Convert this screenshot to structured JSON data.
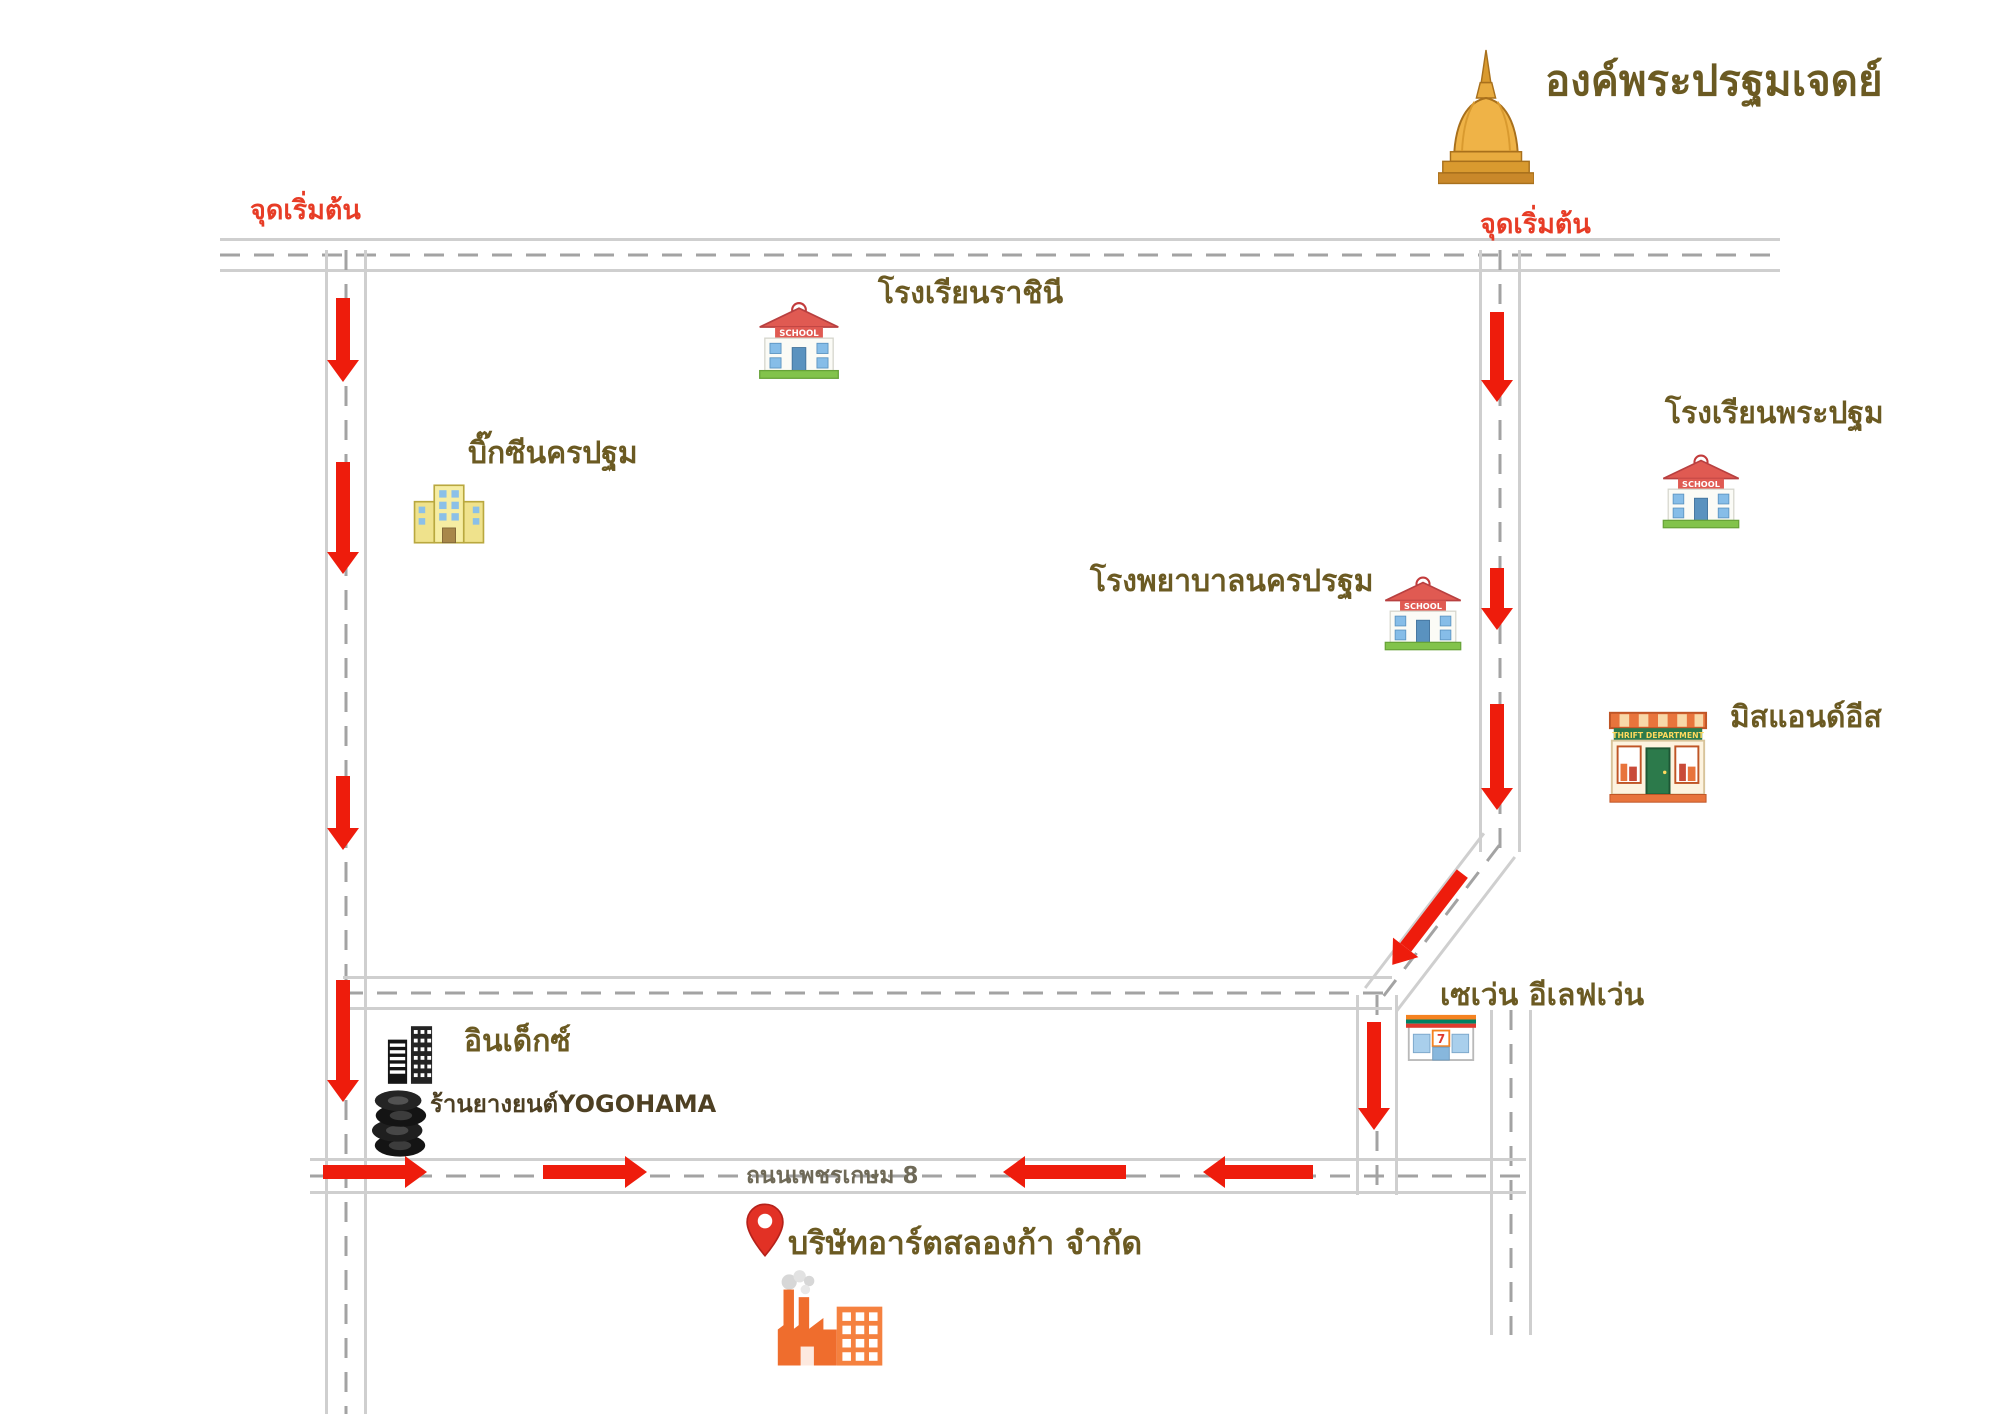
{
  "title": "องค์พระปรฐมเจดย์",
  "colors": {
    "label_brown": "#6B5A22",
    "arrow_red": "#EE1C0C",
    "start_text_red": "#E73C26",
    "road_edge": "#CFCFCF",
    "road_dash": "#A3A3A3",
    "pagoda_gold": "#EFB347",
    "factory_orange": "#EF6D2D"
  },
  "labels": {
    "start_left": "จุดเริ่มต้น",
    "start_right": "จุดเริ่มต้น",
    "school_rachinee": "โรงเรียนราชินี",
    "big_c": "บิ๊กซีนครปฐม",
    "hospital": "โรงพยาบาลนครปรฐม",
    "school_phra_pathom": "โรงเรียนพระปฐม",
    "miss_and_east": "มิสแอนด์อีส",
    "seven_eleven": "เซเว่น อีเลฟเว่น",
    "index": "อินเด็กซ์",
    "tire_shop": "ร้านยางยนต์YOGOHAMA",
    "road_phetkasem": "ถนนเพชรเกษม 8",
    "destination": "บริษัทอาร์ตสลองก้า จำกัด"
  },
  "icon_texts": {
    "school_sign": "SCHOOL",
    "thrift_sign": "THRIFT DEPARTMENT",
    "seven": "7"
  },
  "icons": [
    "pagoda-icon",
    "school-icon",
    "bigc-building-icon",
    "hospital-building-icon",
    "thrift-store-icon",
    "seven-eleven-icon",
    "index-building-icon",
    "tires-icon",
    "destination-pin-icon",
    "factory-icon"
  ]
}
